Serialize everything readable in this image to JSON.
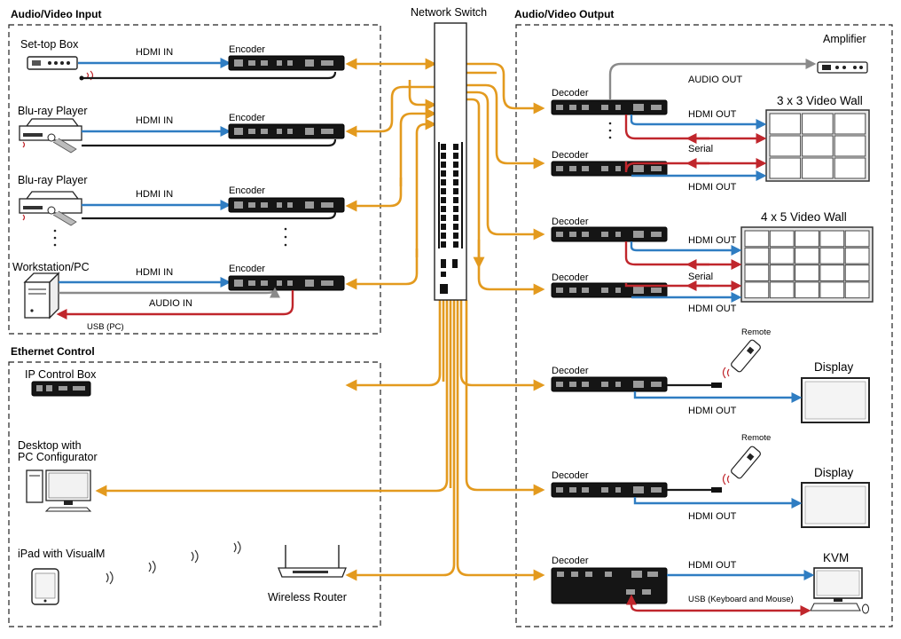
{
  "sections": {
    "input": "Audio/Video Input",
    "output": "Audio/Video Output",
    "ethernet": "Ethernet Control",
    "switch": "Network Switch"
  },
  "inputs": [
    {
      "device": "Set-top Box",
      "link": "HDMI IN",
      "unit": "Encoder"
    },
    {
      "device": "Blu-ray Player",
      "link": "HDMI IN",
      "unit": "Encoder"
    },
    {
      "device": "Blu-ray Player",
      "link": "HDMI IN",
      "unit": "Encoder"
    },
    {
      "device": "Workstation/PC",
      "link": "HDMI IN",
      "unit": "Encoder",
      "audio": "AUDIO IN",
      "usb": "USB (PC)"
    }
  ],
  "ethernet": {
    "ip_box": "IP Control Box",
    "desktop_line1": "Desktop with",
    "desktop_line2": "PC Configurator",
    "ipad": "iPad with VisualM",
    "router": "Wireless Router"
  },
  "outputs": {
    "amplifier": "Amplifier",
    "audio_out": "AUDIO OUT",
    "wall1": "3 x 3 Video Wall",
    "wall2": "4 x 5 Video Wall",
    "decoder": "Decoder",
    "hdmi_out": "HDMI OUT",
    "serial": "Serial",
    "remote": "Remote",
    "display": "Display",
    "kvm": "KVM",
    "usb_kvm": "USB (Keyboard and Mouse)"
  },
  "colors": {
    "network": "#e39a1e",
    "hdmi": "#2f7dc2",
    "serial_usb": "#c0262c",
    "audio": "#8a8a8a"
  }
}
